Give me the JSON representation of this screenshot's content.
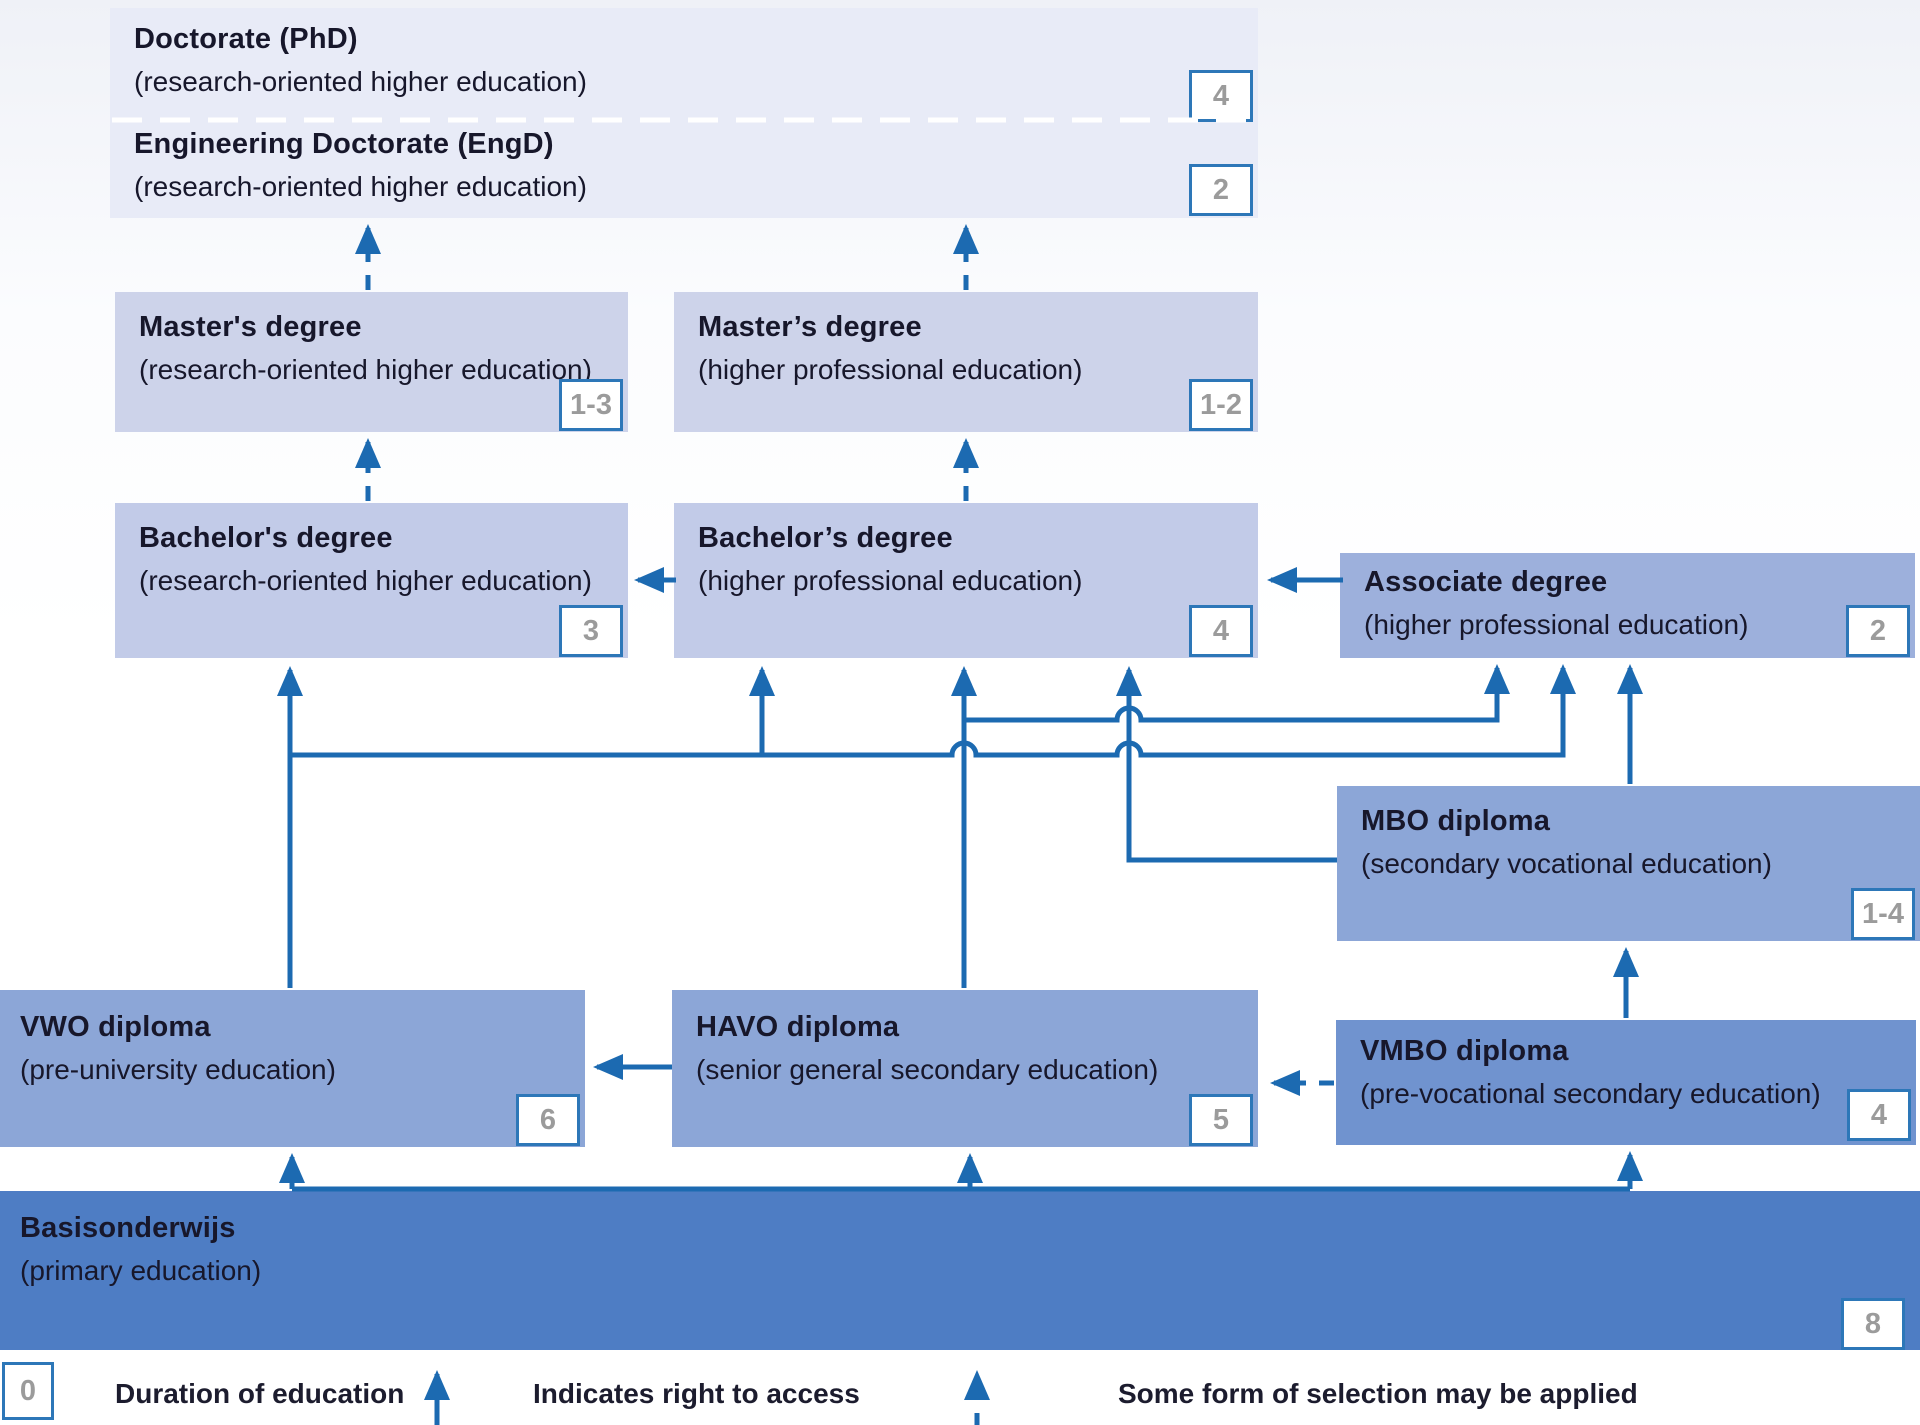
{
  "boxes": {
    "doctorate": {
      "title": "Doctorate (PhD)",
      "subtitle": "(research-oriented higher education)",
      "duration": "4"
    },
    "engd": {
      "title": "Engineering Doctorate (EngD)",
      "subtitle": "(research-oriented higher education)",
      "duration": "2"
    },
    "master_wo": {
      "title": "Master's degree",
      "subtitle": "(research-oriented higher education)",
      "duration": "1-3"
    },
    "master_hbo": {
      "title": "Master’s degree",
      "subtitle": "(higher professional education)",
      "duration": "1-2"
    },
    "bachelor_wo": {
      "title": "Bachelor's degree",
      "subtitle": "(research-oriented higher education)",
      "duration": "3"
    },
    "bachelor_hbo": {
      "title": "Bachelor’s degree",
      "subtitle": "(higher professional education)",
      "duration": "4"
    },
    "associate": {
      "title": "Associate degree",
      "subtitle": "(higher professional education)",
      "duration": "2"
    },
    "mbo": {
      "title": "MBO diploma",
      "subtitle": "(secondary vocational education)",
      "duration": "1-4"
    },
    "vwo": {
      "title": "VWO diploma",
      "subtitle": "(pre-university education)",
      "duration": "6"
    },
    "havo": {
      "title": "HAVO diploma",
      "subtitle": "(senior general secondary education)",
      "duration": "5"
    },
    "vmbo": {
      "title": "VMBO diploma",
      "subtitle": "(pre-vocational secondary education)",
      "duration": "4"
    },
    "basis": {
      "title": "Basisonderwijs",
      "subtitle": "(primary education)",
      "duration": "8"
    }
  },
  "legend": {
    "duration_badge": "0",
    "duration_label": "Duration of education",
    "solid_arrow_label": "Indicates right to access",
    "dashed_arrow_label": "Some form of selection may be applied"
  },
  "colors": {
    "arrow": "#1c6ab1",
    "badge_border": "#2d77b8",
    "badge_number": "#9b9b9b",
    "text": "#17172b",
    "box_doctorate": "#e8ebf7",
    "box_master": "#cdd3ea",
    "box_bachelor": "#c2cbe8",
    "box_associate": "#9db0dc",
    "box_secondary": "#8ca6d7",
    "box_vmbo": "#7093cf",
    "box_primary": "#4e7dc4"
  }
}
